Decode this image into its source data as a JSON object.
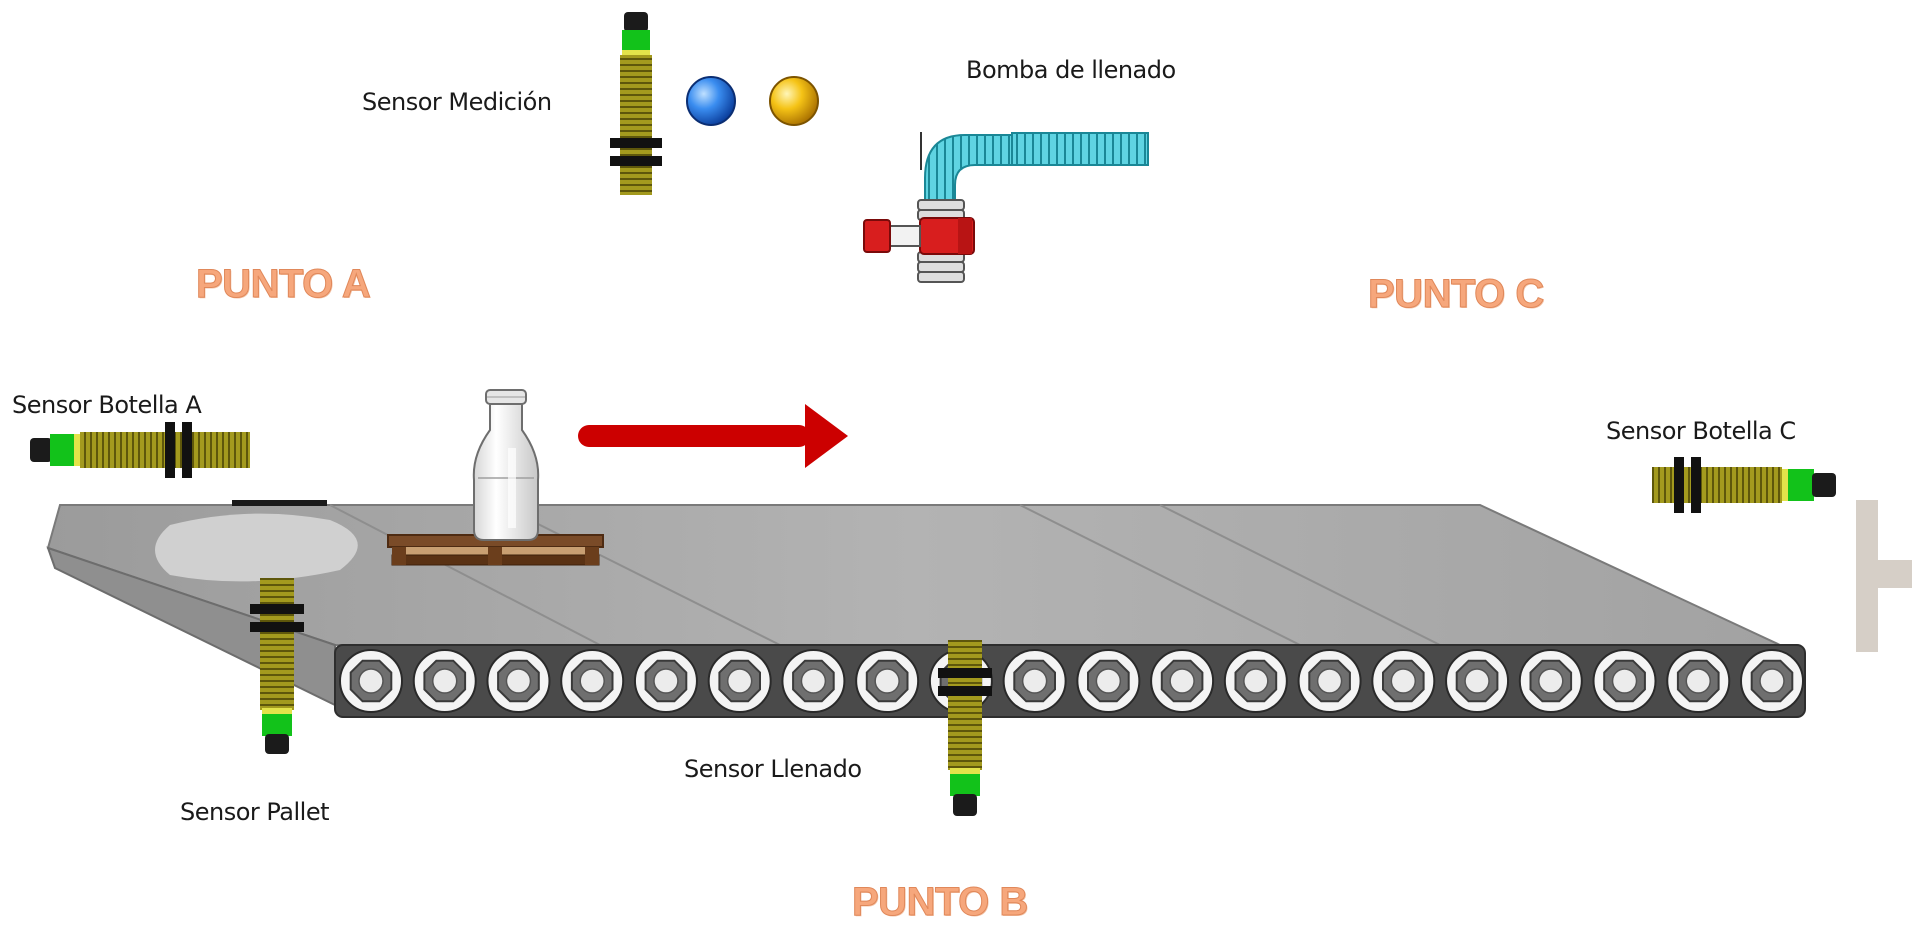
{
  "labels": {
    "sensor_medicion": "Sensor Medición",
    "bomba": "Bomba de llenado",
    "sensor_botella_a": "Sensor Botella A",
    "sensor_botella_c": "Sensor Botella C",
    "sensor_pallet": "Sensor Pallet",
    "sensor_llenado": "Sensor Llenado"
  },
  "puntos": {
    "a": "PUNTO A",
    "b": "PUNTO B",
    "c": "PUNTO C"
  },
  "colors": {
    "punto_text": "#f6a77c",
    "arrow": "#cc0000",
    "belt": "#a8a8a8",
    "sensor_body": "#a39a1e",
    "sensor_tip": "#12c21a",
    "indicator_blue": "#1e6fe0",
    "indicator_yellow": "#f2b800",
    "pump_red": "#d81e1e",
    "hose_cyan": "#4fd0de"
  },
  "conveyor": {
    "roller_count": 20
  }
}
